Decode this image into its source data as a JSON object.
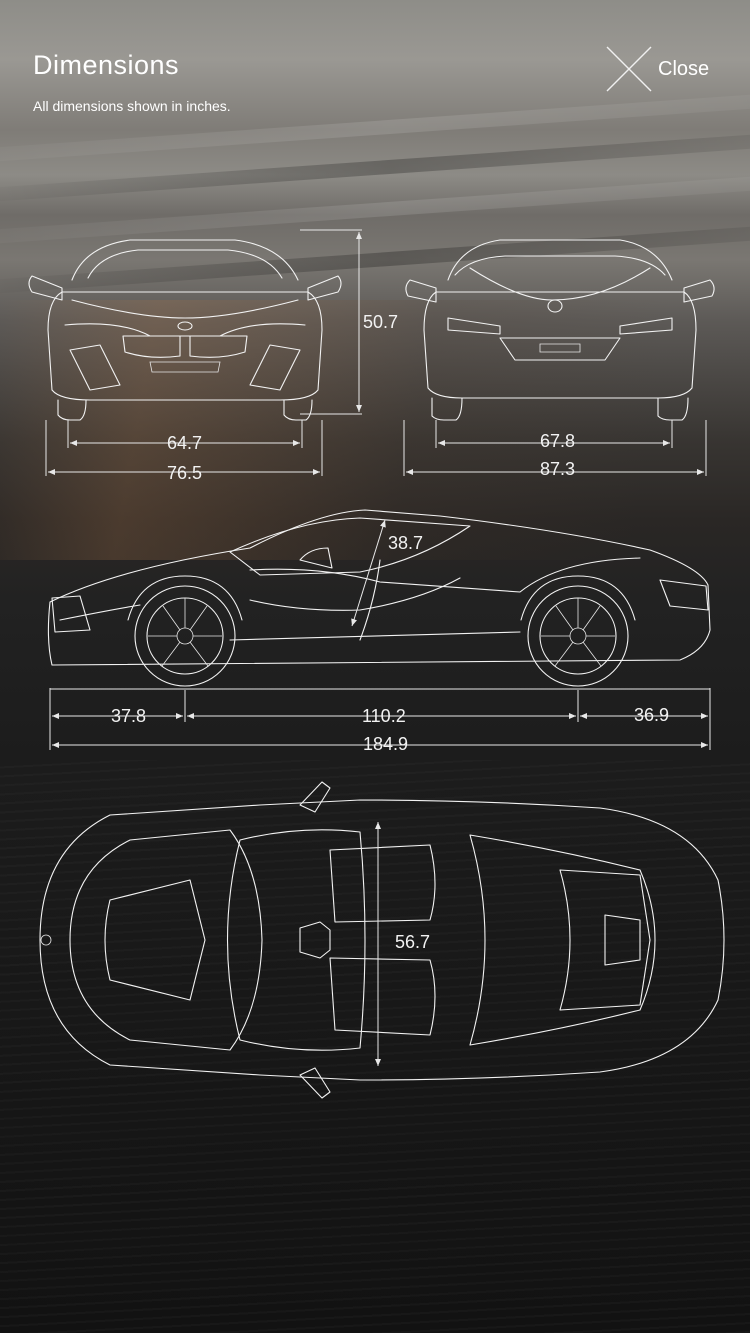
{
  "header": {
    "title": "Dimensions",
    "subtitle": "All dimensions shown in inches.",
    "close_label": "Close"
  },
  "dimensions": {
    "height": "50.7",
    "front_track": "64.7",
    "width_front": "76.5",
    "rear_track": "67.8",
    "width_mirrors": "87.3",
    "headroom": "38.7",
    "front_overhang": "37.8",
    "wheelbase": "110.2",
    "rear_overhang": "36.9",
    "overall_length": "184.9",
    "interior_width": "56.7"
  },
  "icons": {
    "close": "close-x-icon"
  }
}
